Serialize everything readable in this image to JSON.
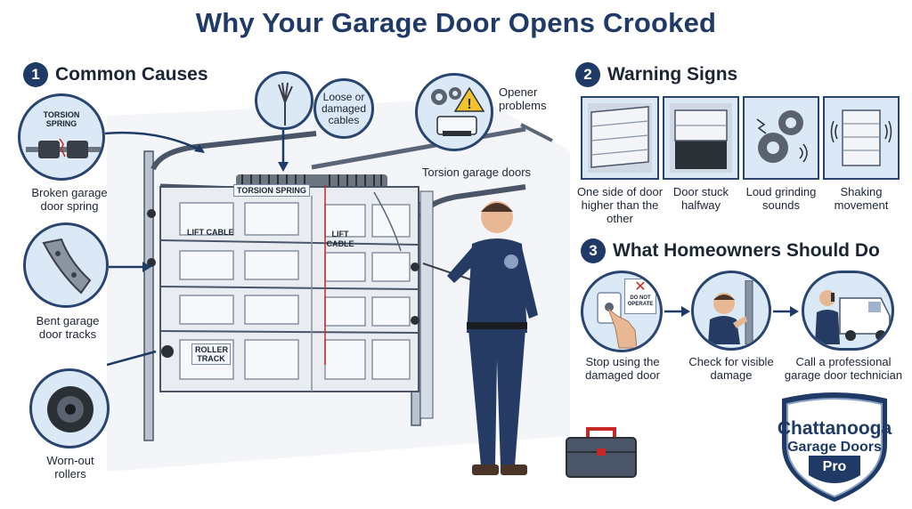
{
  "title": "Why Your Garage Door Opens Crooked",
  "sections": {
    "causes": {
      "number": "1",
      "heading": "Common Causes"
    },
    "warning": {
      "number": "2",
      "heading": "Warning Signs"
    },
    "actions": {
      "number": "3",
      "heading": "What Homeowners Should Do"
    }
  },
  "causes": {
    "spring_inset_label": "TORSION SPRING",
    "spring_caption": "Broken garage door spring",
    "tracks_caption": "Bent garage door tracks",
    "rollers_caption": "Worn-out rollers",
    "cables_caption": "Loose or damaged cables",
    "opener_caption": "Opener problems",
    "torsion_doors_caption": "Torsion garage doors"
  },
  "door_labels": {
    "torsion_spring": "TORSION SPRING",
    "lift_cable_left": "LIFT CABLE",
    "lift_cable_right": "LIFT CABLE",
    "roller_track": "ROLLER TRACK"
  },
  "warning_signs": [
    {
      "caption": "One side of door higher than the other",
      "icon": "uneven-door-icon"
    },
    {
      "caption": "Door stuck halfway",
      "icon": "half-open-door-icon"
    },
    {
      "caption": "Loud grinding sounds",
      "icon": "grinding-gears-icon"
    },
    {
      "caption": "Shaking movement",
      "icon": "shaking-door-icon"
    }
  ],
  "actions": [
    {
      "caption": "Stop using the damaged door",
      "sign_text": "DO NOT OPERATE"
    },
    {
      "caption": "Check for visible damage"
    },
    {
      "caption": "Call a professional garage door technician"
    }
  ],
  "logo": {
    "line1": "Chattanooga",
    "line2": "Garage Doors",
    "line3": "Pro"
  },
  "colors": {
    "navy": "#1f3a66",
    "light_blue": "#dbe8f5",
    "warning_yellow": "#f2c12e",
    "red": "#c62828"
  }
}
